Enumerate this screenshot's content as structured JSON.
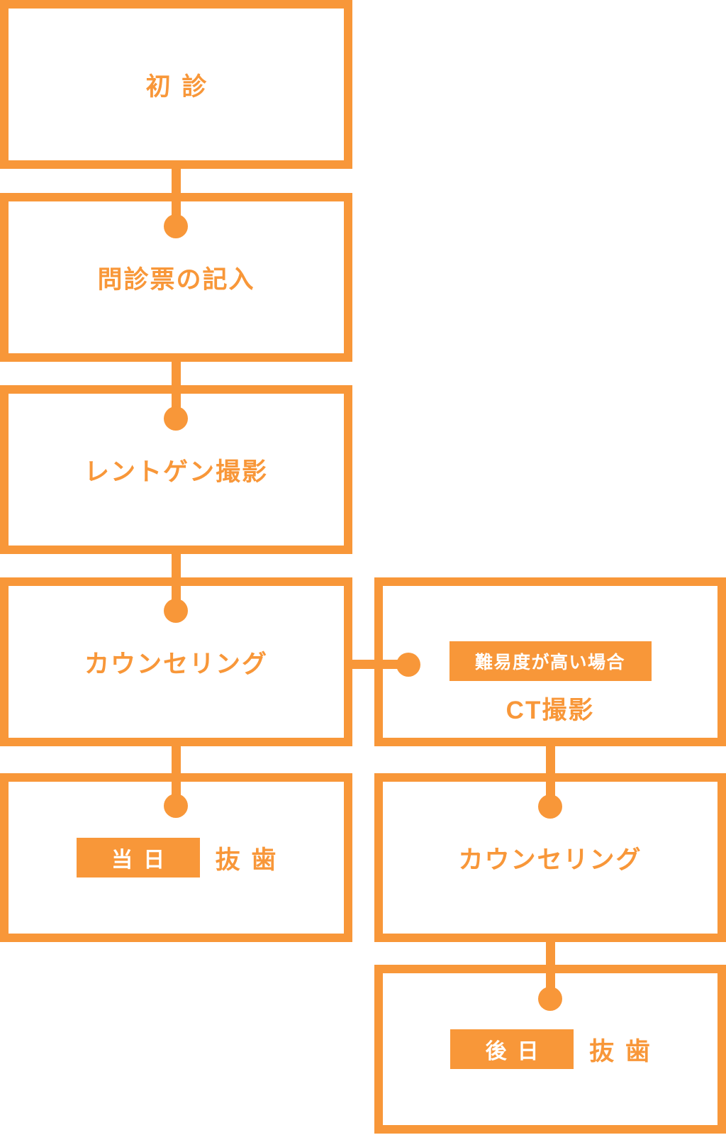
{
  "flowchart": {
    "accent_color": "#f89739",
    "badge_text_color": "#ffffff",
    "steps_left": [
      {
        "label": "初診"
      },
      {
        "label": "問診票の記入"
      },
      {
        "label": "レントゲン撮影"
      },
      {
        "label": "カウンセリング"
      },
      {
        "badge": "当日",
        "label": "抜歯"
      }
    ],
    "steps_right": [
      {
        "badge": "難易度が高い場合",
        "label": "CT撮影"
      },
      {
        "label": "カウンセリング"
      },
      {
        "badge": "後日",
        "label": "抜歯"
      }
    ]
  }
}
